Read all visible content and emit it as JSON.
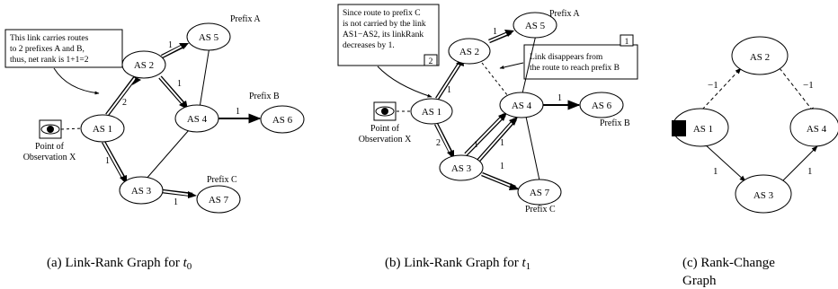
{
  "panel_a": {
    "caption_prefix": "(a) Link-Rank Graph for ",
    "caption_var": "t",
    "caption_sub": "0",
    "annotation": [
      "This link carries routes",
      "to 2 prefixes A and B,",
      "thus, net rank is 1+1=2"
    ],
    "nodes": {
      "as1": "AS 1",
      "as2": "AS 2",
      "as3": "AS 3",
      "as4": "AS 4",
      "as5": "AS 5",
      "as6": "AS 6",
      "as7": "AS 7"
    },
    "prefix_a": "Prefix A",
    "prefix_b": "Prefix B",
    "prefix_c": "Prefix C",
    "observer_label": [
      "Point of",
      "Observation X"
    ],
    "edge_labels": {
      "as1_as2": "2",
      "as2_as5": "1",
      "as2_as4": "1",
      "as4_as6": "1",
      "as1_as3": "1",
      "as3_as7": "1"
    }
  },
  "panel_b": {
    "caption_prefix": "(b) Link-Rank Graph for ",
    "caption_var": "t",
    "caption_sub": "1",
    "annotation_left": [
      "Since route to prefix C",
      "is not carried by the link",
      "AS1−AS2, its linkRank",
      "decreases by 1."
    ],
    "annotation_left_num": "2",
    "annotation_right": [
      "Link disappears from",
      "the route to reach prefix B"
    ],
    "annotation_right_num": "1",
    "nodes": {
      "as1": "AS 1",
      "as2": "AS 2",
      "as3": "AS 3",
      "as4": "AS 4",
      "as5": "AS 5",
      "as6": "AS 6",
      "as7": "AS 7"
    },
    "prefix_a": "Prefix A",
    "prefix_b": "Prefix B",
    "prefix_c": "Prefix C",
    "observer_label": [
      "Point of",
      "Observation X"
    ],
    "edge_labels": {
      "as1_as2": "1",
      "as2_as5": "1",
      "as1_as3": "2",
      "as3_as4_left": "1",
      "as3_as4_right": "1",
      "as4_as6": "1",
      "as3_as7": "1"
    }
  },
  "panel_c": {
    "caption_line1": "(c) Rank-Change",
    "caption_line2": "Graph",
    "nodes": {
      "as1": "AS 1",
      "as2": "AS 2",
      "as3": "AS 3",
      "as4": "AS 4"
    },
    "edge_labels": {
      "as1_as2": "−1",
      "as2_as4": "−1",
      "as1_as3": "1",
      "as3_as4": "1"
    }
  }
}
